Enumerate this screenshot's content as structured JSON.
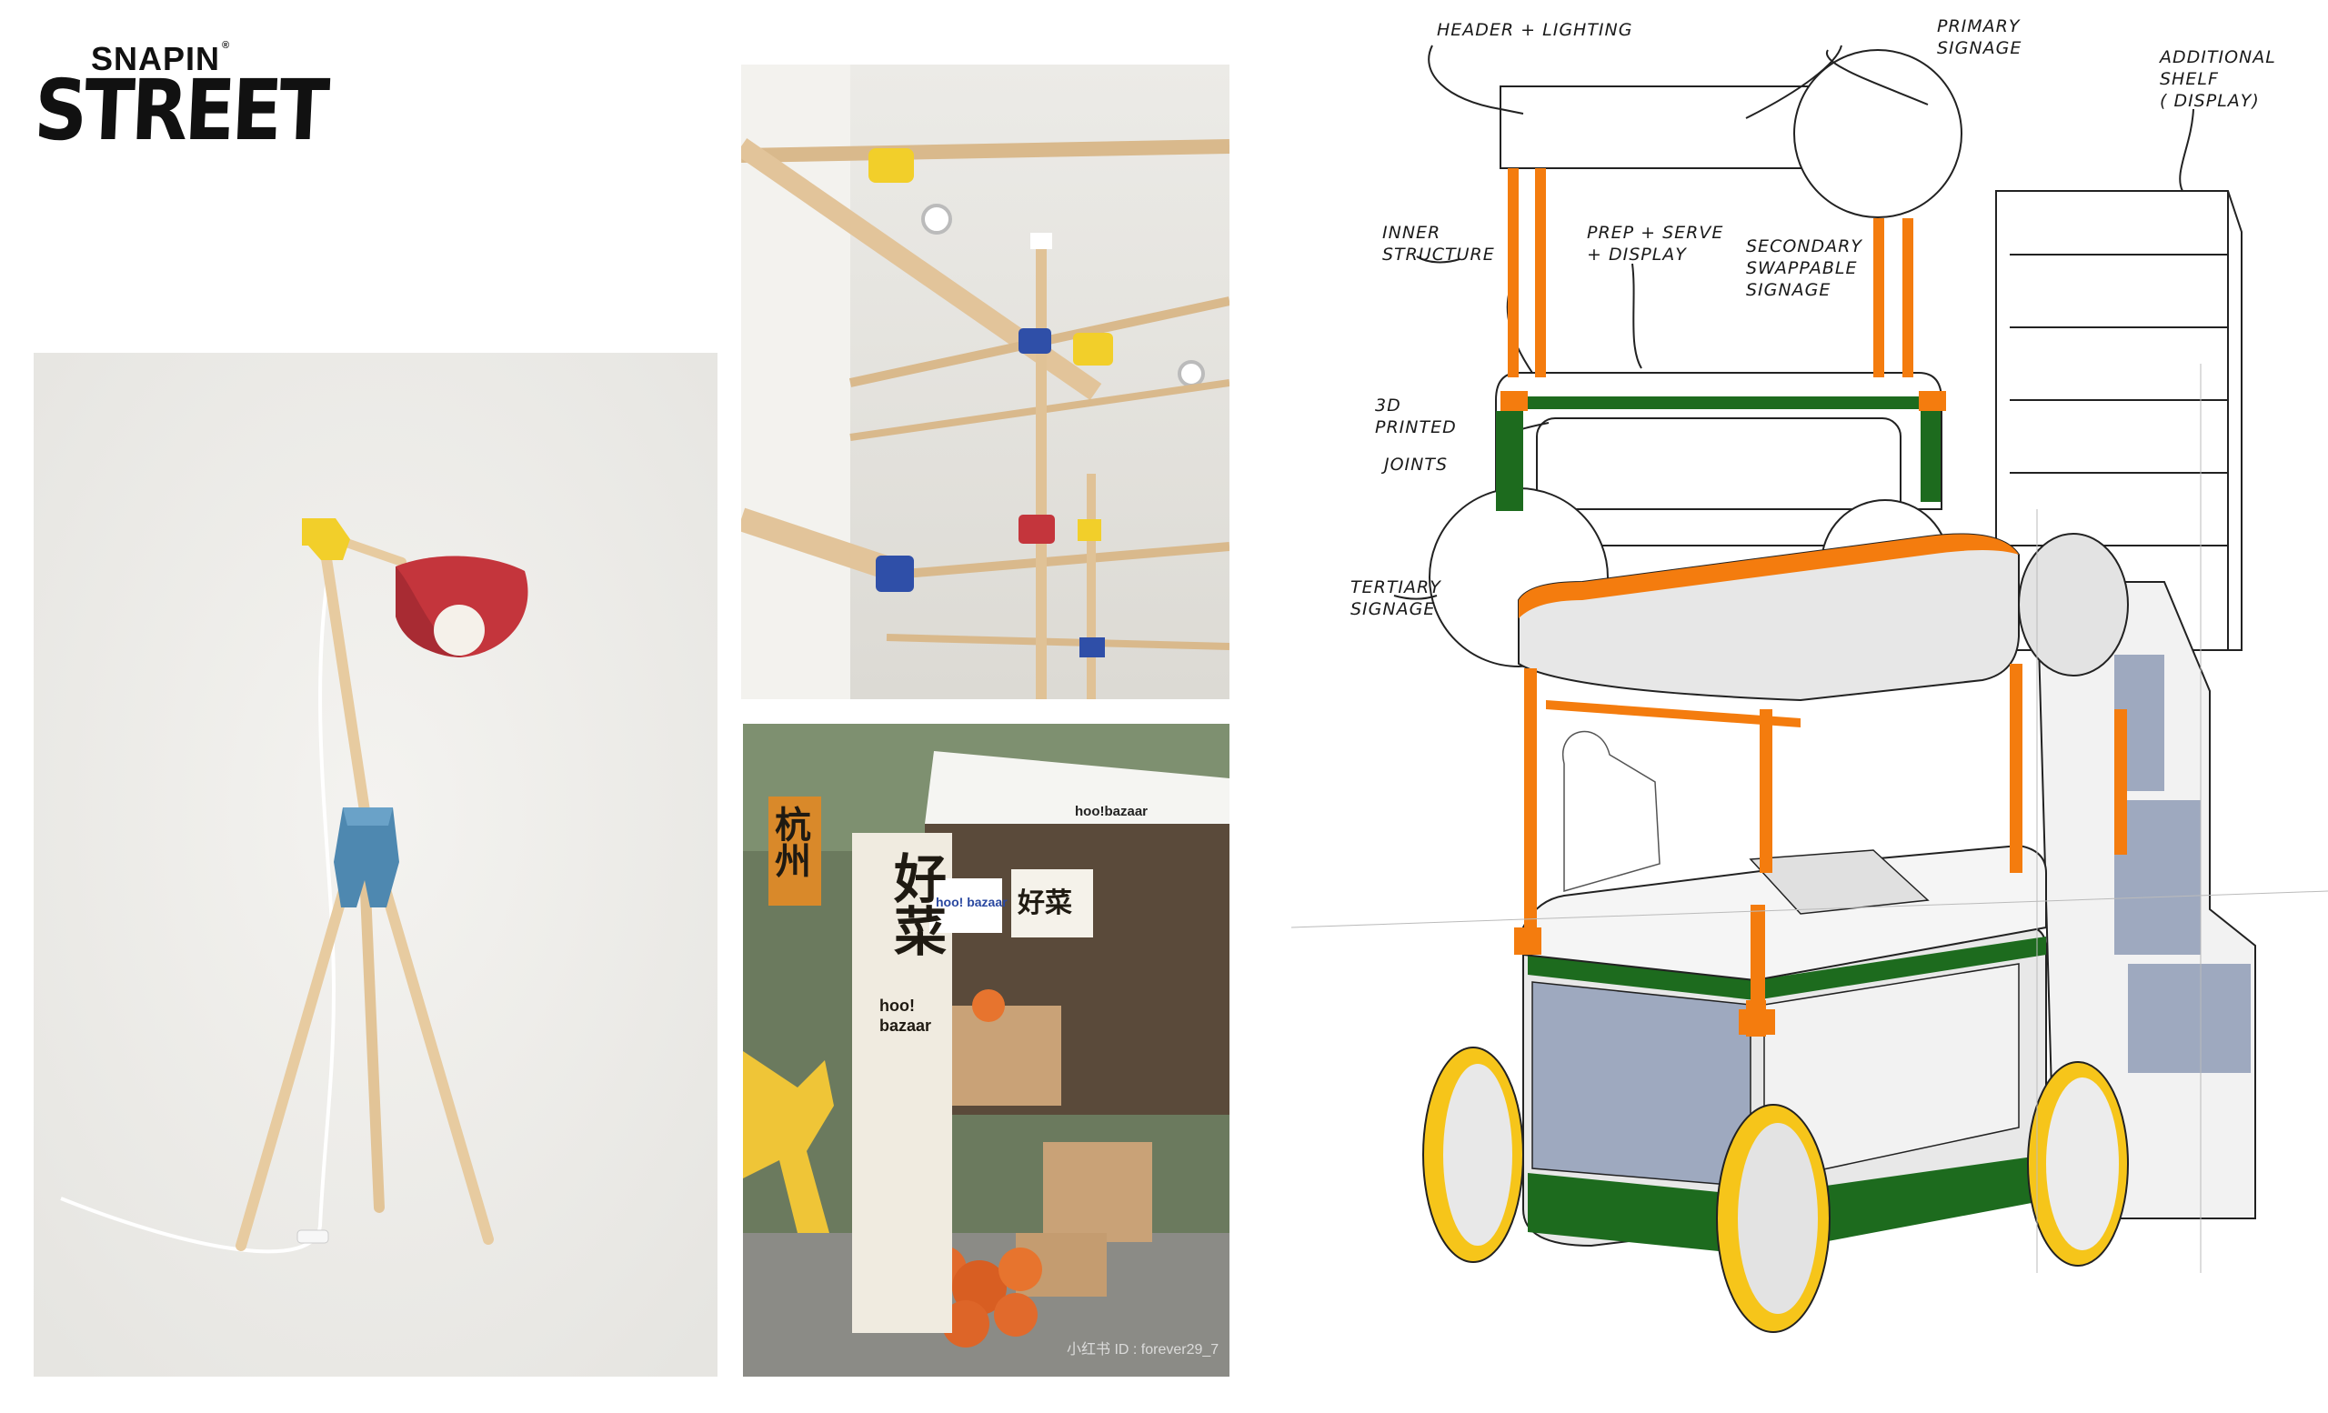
{
  "brand": {
    "top_word": "SNAPIN",
    "registered": "®",
    "main_word": "STREET"
  },
  "market_photo": {
    "sign_city": "杭州",
    "banner_chars": "好菜",
    "banner_brand_line1": "hoo!",
    "banner_brand_line2": "bazaar",
    "awning_text": "hoo!bazaar",
    "hanging_sign_chars": "好菜",
    "hanging_sign_brand": "hoo! bazaar",
    "watermark": "小红书 ID : forever29_7"
  },
  "sketch_annotations": {
    "header_lighting": "HEADER + LIGHTING",
    "primary_signage": "PRIMARY\nSIGNAGE",
    "additional_shelf": "ADDITIONAL\nSHELF\n( DISPLAY)",
    "inner_structure": "INNER\nSTRUCTURE",
    "prep_serve_display": "PREP + SERVE\n+ DISPLAY",
    "secondary_signage": "SECONDARY\nSWAPPABLE\nSIGNAGE",
    "printed_joints": "3D\nPRINTED",
    "joints": "JOINTS",
    "tertiary_signage": "TERTIARY\nSIGNAGE"
  },
  "colors": {
    "orange": "#f47c0e",
    "green": "#1d6b1e",
    "yellow": "#f6c51a",
    "grey_blue": "#9ea9bf",
    "light_grey": "#e3e3e3",
    "lamp_red": "#c4353c",
    "lamp_blue": "#4e88b0",
    "joint_yellow": "#f2cf2a",
    "wood": "#e7cba0"
  }
}
